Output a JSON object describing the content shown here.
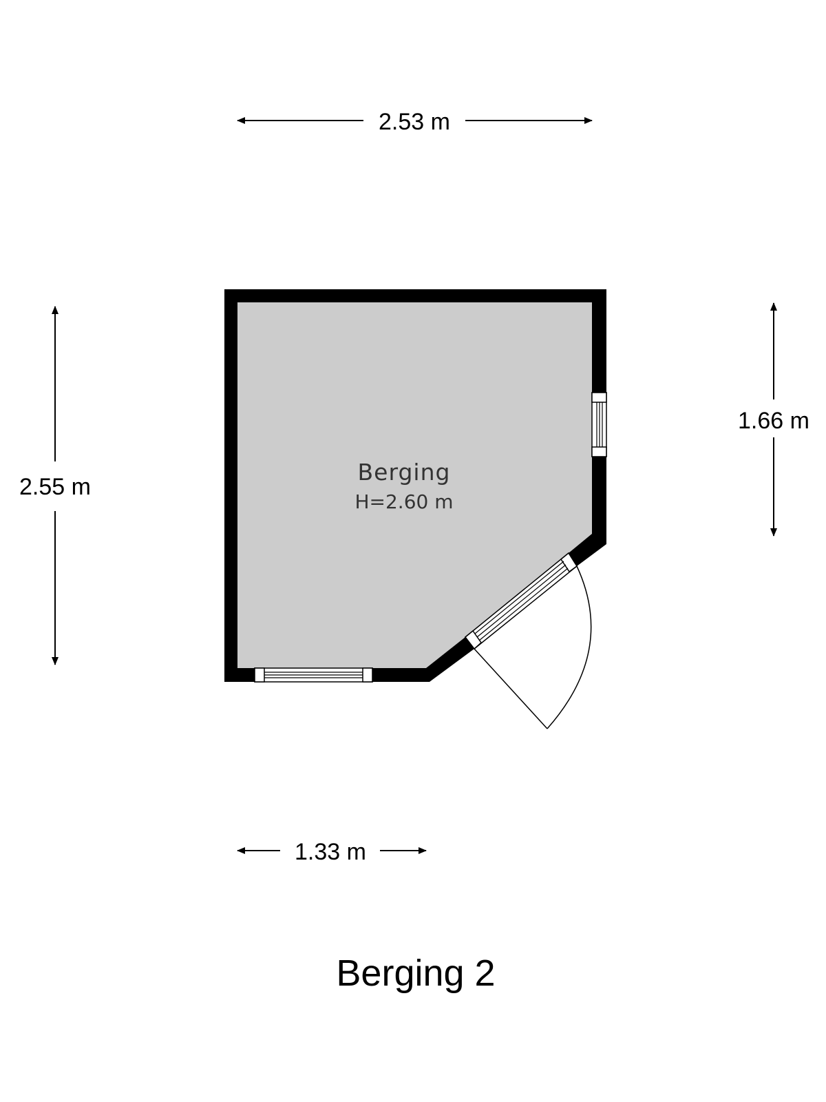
{
  "plan_title": "Berging 2",
  "room": {
    "name": "Berging",
    "height_label": "H=2.60 m",
    "floor_color": "#cccccc"
  },
  "colors": {
    "wall": "#000000",
    "background": "#ffffff",
    "window_frame": "#666666"
  },
  "dimensions": {
    "top_width": "2.53 m",
    "left_height": "2.55 m",
    "right_height": "1.66 m",
    "bottom_width": "1.33 m"
  }
}
